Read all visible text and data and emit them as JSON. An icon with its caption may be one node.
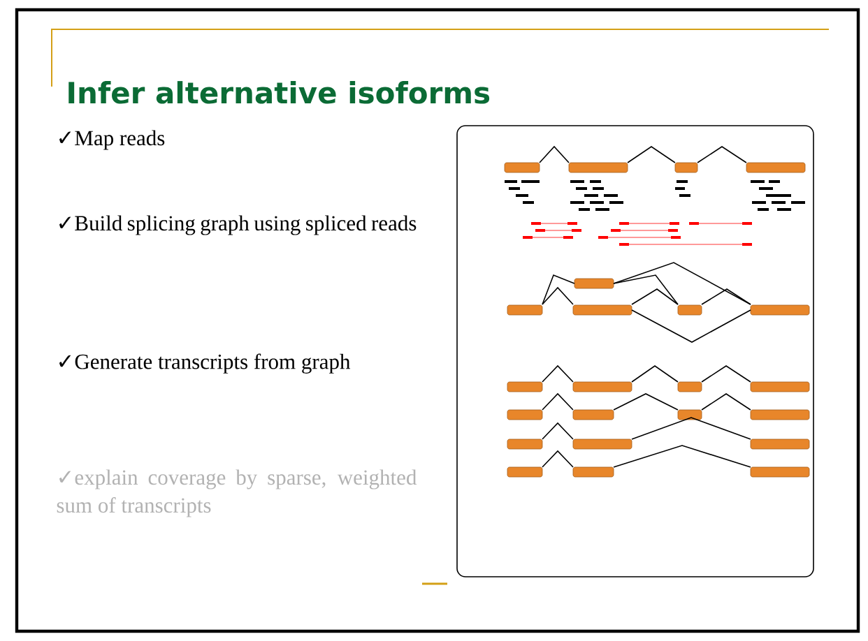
{
  "diagram": {
    "title": "Infer alternative isoforms",
    "labels": [
      "✓Map reads",
      "✓Build splicing graph using spliced reads",
      "✓Generate transcripts from graph",
      "✓explain coverage by sparse, weighted sum of transcripts"
    ]
  }
}
